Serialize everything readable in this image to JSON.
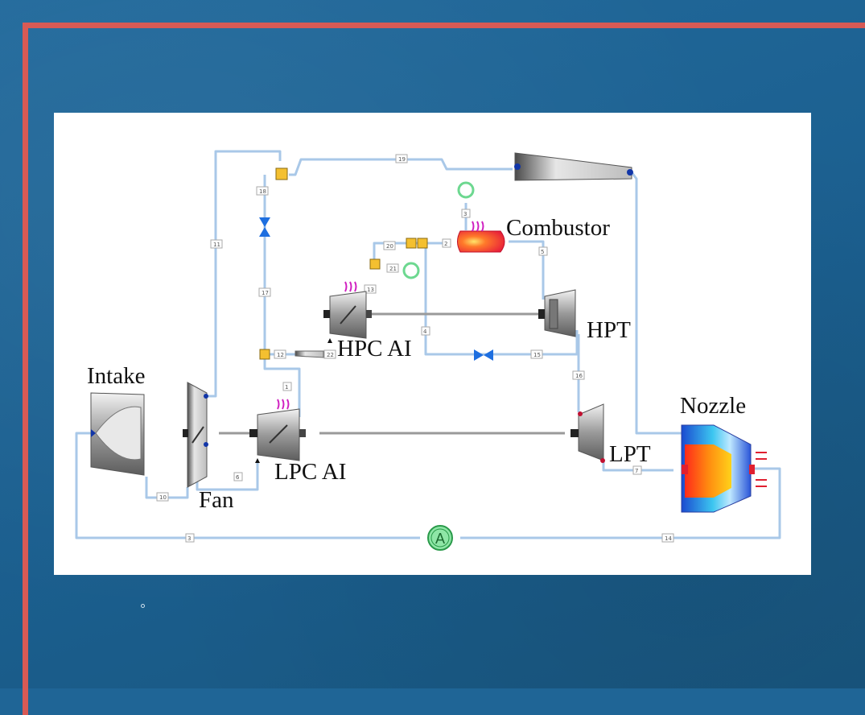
{
  "diagram": {
    "components": {
      "intake": "Intake",
      "fan": "Fan",
      "lpc": "LPC AI",
      "hpc": "HPC AI",
      "combustor": "Combustor",
      "hpt": "HPT",
      "lpt": "LPT",
      "nozzle": "Nozzle"
    },
    "ambient_symbol": "A",
    "pipe_labels": [
      "19",
      "18",
      "11",
      "3",
      "20",
      "2",
      "5",
      "21",
      "13",
      "17",
      "4",
      "15",
      "12",
      "22",
      "16",
      "1",
      "6",
      "10",
      "7",
      "14",
      "3"
    ]
  },
  "colors": {
    "background": "#1f6596",
    "frame": "#d85a55",
    "pipe": "#a9c8e8",
    "combustor": "#ee2a3c",
    "ambient": "#8ee6a6"
  }
}
